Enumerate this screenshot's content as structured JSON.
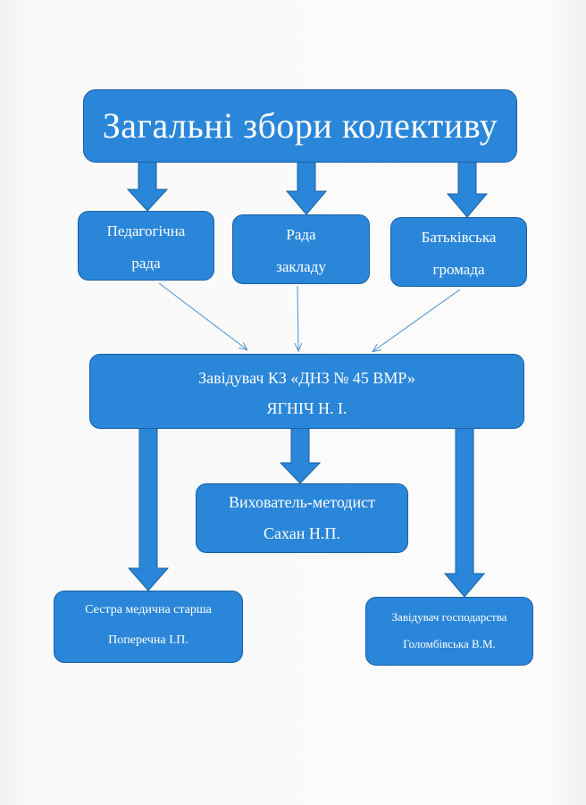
{
  "diagram": {
    "top": "Загальні збори колективу",
    "council": {
      "pedagogical": [
        "Педагогічна",
        "рада"
      ],
      "institution": [
        "Рада",
        "закладу"
      ],
      "parents": [
        "Батьківська",
        "громада"
      ]
    },
    "head": [
      "Завідувач КЗ «ДНЗ № 45 ВМР»",
      "ЯГНІЧ Н. І."
    ],
    "methodist": [
      "Вихователь-методист",
      "Сахан Н.П."
    ],
    "nurse": [
      "Сестра медична старша",
      "Поперечна І.П."
    ],
    "housekeeping": [
      "Завідувач господарства",
      "Голомбівська В.М."
    ]
  },
  "colors": {
    "box_fill": "#2a86d9",
    "box_border": "#1a5fa3",
    "thin_arrow": "#4a90d0"
  }
}
